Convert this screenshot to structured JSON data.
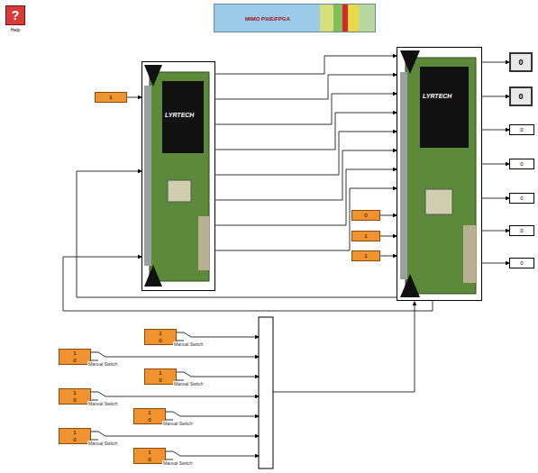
{
  "diagram": {
    "nodes": [
      {
        "text": [
          "?",
          "Help"
        ]
      },
      {
        "text": [
          "MIMO PXIE/FPGA"
        ]
      },
      {
        "text": [
          "1"
        ]
      },
      {
        "text": [
          "LYRTECH"
        ]
      },
      {
        "text": [
          "LYRTECH"
        ]
      },
      {
        "text": [
          "0"
        ]
      },
      {
        "text": [
          "1"
        ]
      },
      {
        "text": [
          "1"
        ]
      },
      {
        "text": [
          "0"
        ]
      },
      {
        "text": [
          "0"
        ]
      },
      {
        "text": [
          "0"
        ]
      },
      {
        "text": [
          "0"
        ]
      },
      {
        "text": [
          "0"
        ]
      },
      {
        "text": [
          "0"
        ]
      },
      {
        "text": [
          "0"
        ]
      },
      {
        "text": [
          "1",
          "0"
        ]
      },
      {
        "text": [
          "1",
          "0"
        ]
      },
      {
        "text": [
          "1",
          "0"
        ]
      },
      {
        "text": [
          "1",
          "0"
        ]
      },
      {
        "text": [
          "1",
          "0"
        ]
      },
      {
        "text": [
          "1",
          "0"
        ]
      },
      {
        "text": [
          "1",
          "0"
        ]
      }
    ],
    "edges": [
      {
        "from": 3,
        "to": 4,
        "arrow": "to"
      },
      {
        "from": 3,
        "to": 4,
        "arrow": "to"
      },
      {
        "from": 3,
        "to": 4,
        "arrow": "to"
      },
      {
        "from": 3,
        "to": 4,
        "arrow": "to"
      },
      {
        "from": 3,
        "to": 4,
        "arrow": "to"
      },
      {
        "from": 3,
        "to": 4,
        "arrow": "to"
      },
      {
        "from": 3,
        "to": 4,
        "arrow": "to"
      },
      {
        "from": 3,
        "to": 4,
        "arrow": "to"
      },
      {
        "from": 2,
        "to": 3,
        "arrow": "to"
      },
      {
        "from": 5,
        "to": 4,
        "arrow": "to"
      },
      {
        "from": 6,
        "to": 4,
        "arrow": "to"
      },
      {
        "from": 7,
        "to": 4,
        "arrow": "to"
      },
      {
        "from": 4,
        "to": 8,
        "arrow": "to"
      },
      {
        "from": 4,
        "to": 9,
        "arrow": "to"
      },
      {
        "from": 4,
        "to": 10,
        "arrow": "to"
      },
      {
        "from": 4,
        "to": 11,
        "arrow": "to"
      },
      {
        "from": 4,
        "to": 12,
        "arrow": "to"
      },
      {
        "from": 4,
        "to": 13,
        "arrow": "to"
      },
      {
        "from": 4,
        "to": 14,
        "arrow": "to"
      },
      {
        "from": 4,
        "to": 3,
        "arrow": "to"
      },
      {
        "from": 4,
        "to": 3,
        "arrow": "to"
      }
    ],
    "labels": [
      "Manual Switch",
      "Manual Switch",
      "Manual Switch",
      "Manual Switch",
      "Manual Switch",
      "Manual Switch",
      "Manual Switch"
    ]
  }
}
